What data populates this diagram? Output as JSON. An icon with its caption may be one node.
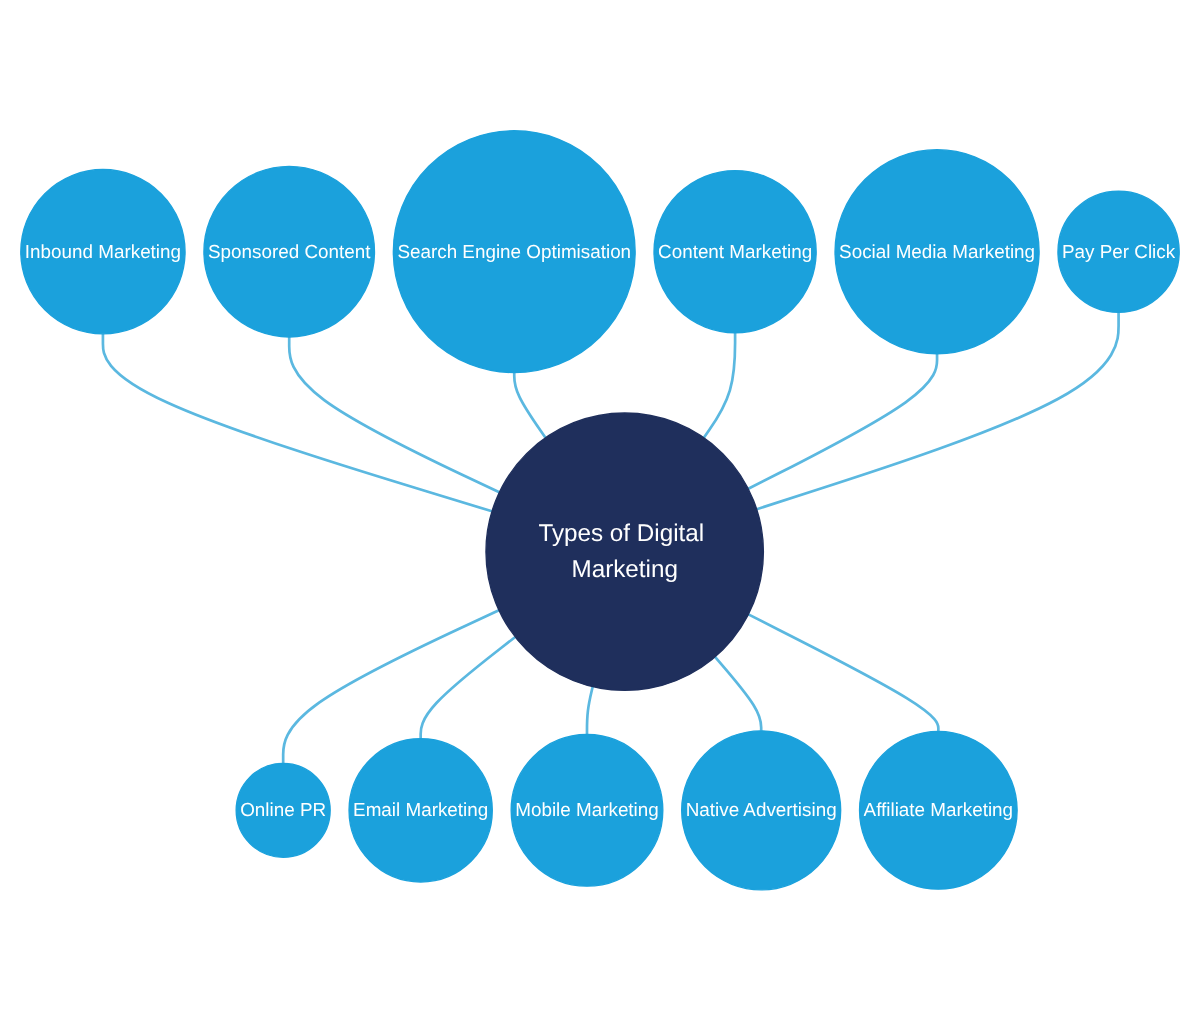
{
  "diagram": {
    "nodes": [
      {
        "text": [
          "Types of Digital Marketing"
        ]
      },
      {
        "text": [
          "Search Engine Optimisation"
        ]
      },
      {
        "text": [
          "Content Marketing"
        ]
      },
      {
        "text": [
          "Social Media Marketing"
        ]
      },
      {
        "text": [
          "Pay Per Click"
        ]
      },
      {
        "text": [
          "Affiliate Marketing"
        ]
      },
      {
        "text": [
          "Native Advertising"
        ]
      },
      {
        "text": [
          "Mobile Marketing"
        ]
      },
      {
        "text": [
          "Email Marketing"
        ]
      },
      {
        "text": [
          "Online PR"
        ]
      },
      {
        "text": [
          "Inbound Marketing"
        ]
      },
      {
        "text": [
          "Sponsored Content"
        ]
      }
    ],
    "edges": [
      {
        "from": 10,
        "to": 0,
        "arrow": "none"
      },
      {
        "from": 11,
        "to": 0,
        "arrow": "none"
      },
      {
        "from": 1,
        "to": 0,
        "arrow": "none"
      },
      {
        "from": 2,
        "to": 0,
        "arrow": "none"
      },
      {
        "from": 3,
        "to": 0,
        "arrow": "none"
      },
      {
        "from": 4,
        "to": 0,
        "arrow": "none"
      },
      {
        "from": 0,
        "to": 9,
        "arrow": "none"
      },
      {
        "from": 0,
        "to": 8,
        "arrow": "none"
      },
      {
        "from": 0,
        "to": 7,
        "arrow": "none"
      },
      {
        "from": 0,
        "to": 6,
        "arrow": "none"
      },
      {
        "from": 0,
        "to": 5,
        "arrow": "none"
      }
    ]
  }
}
